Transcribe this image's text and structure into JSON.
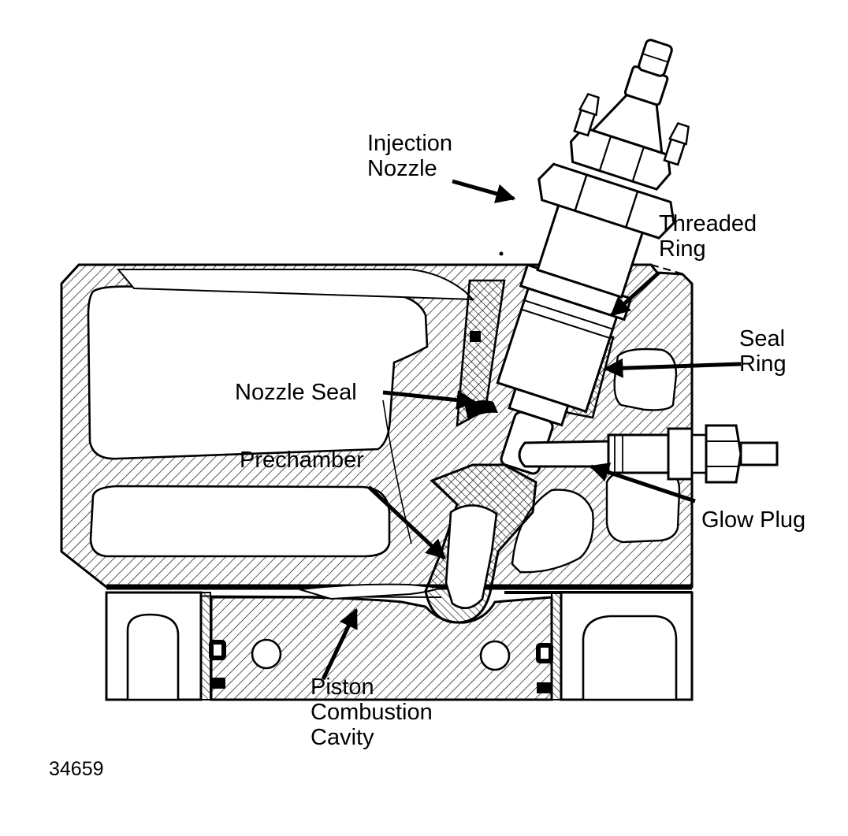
{
  "labels": {
    "injection_nozzle": [
      "Injection",
      "Nozzle"
    ],
    "threaded_ring": [
      "Threaded",
      "Ring"
    ],
    "seal_ring": [
      "Seal",
      "Ring"
    ],
    "nozzle_seal": "Nozzle Seal",
    "prechamber": "Prechamber",
    "glow_plug": "Glow Plug",
    "piston_combustion_cavity": [
      "Piston",
      "Combustion",
      "Cavity"
    ]
  },
  "figure_number": "34659",
  "colors": {
    "ink": "#000000",
    "paper": "#ffffff"
  }
}
